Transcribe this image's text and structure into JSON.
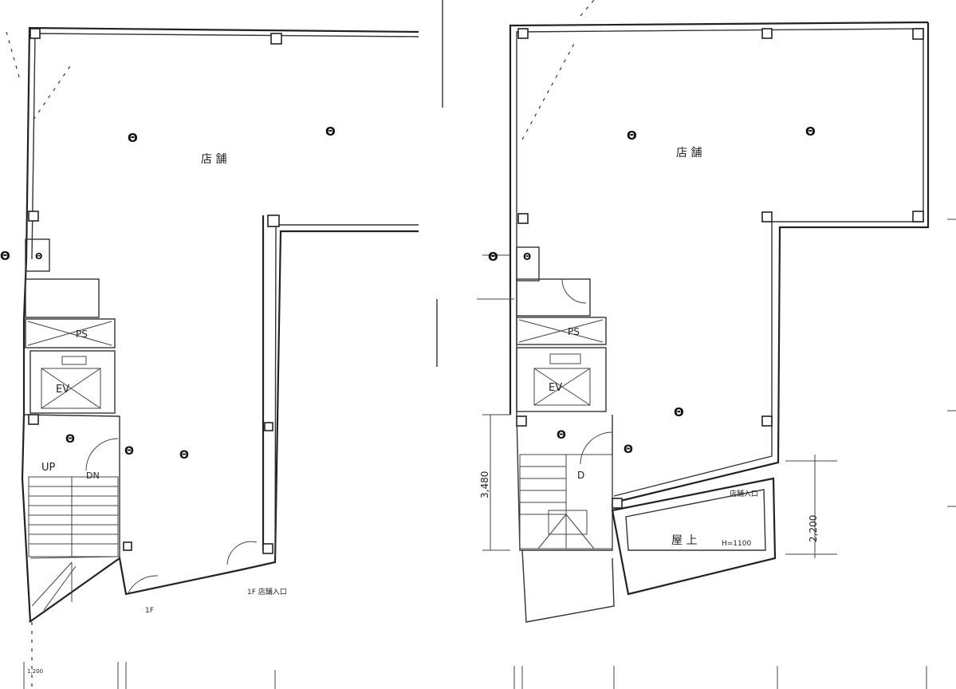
{
  "left_plan": {
    "room_label": "店 舗",
    "ps_label": "PS",
    "ev_label": "EV",
    "stair_up_label": "UP",
    "stair_dn_label": "DN",
    "entrance_note": "1F 店舗入口",
    "bottom_note": "1F",
    "dim_note": "1,200"
  },
  "right_plan": {
    "room_label": "店 舗",
    "ps_label": "PS",
    "ev_label": "EV",
    "stair_label": "D",
    "roof_label": "屋 上",
    "roof_note": "H=1100",
    "opening_note": "店舗入口",
    "dim_vertical": "3,480",
    "dim_right": "2,200"
  },
  "symbols": {
    "light": "Θ"
  }
}
